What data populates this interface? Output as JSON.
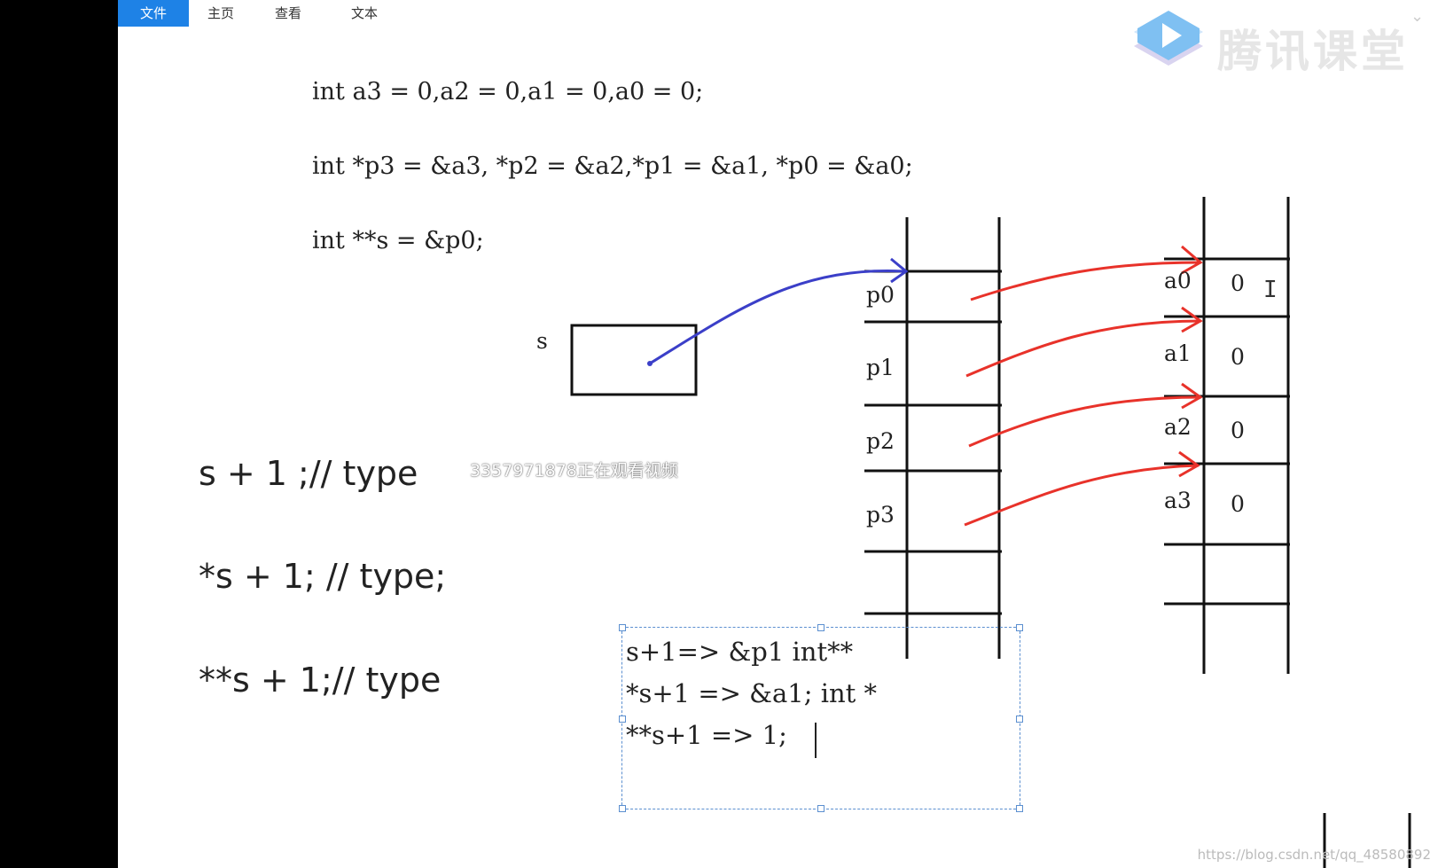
{
  "toolbar": {
    "tabs": [
      {
        "label": "文件",
        "active": true
      },
      {
        "label": "主页",
        "active": false
      },
      {
        "label": "查看",
        "active": false
      },
      {
        "label": "文本",
        "active": false
      }
    ]
  },
  "logo": {
    "text": "腾讯课堂",
    "icon": "play-icon"
  },
  "code": {
    "line1": "int a3 = 0,a2 = 0,a1 = 0,a0 = 0;",
    "line2": "int *p3 = &a3, *p2 = &a2,*p1 = &a1, *p0 = &a0;",
    "line3": "int **s = &p0;"
  },
  "expressions": {
    "e1": "s + 1 ;// type",
    "e2": "*s + 1; // type;",
    "e3": "**s + 1;// type"
  },
  "diagram": {
    "s_label": "s",
    "pointer_labels": [
      "p0",
      "p1",
      "p2",
      "p3"
    ],
    "value_labels": [
      "a0",
      "a1",
      "a2",
      "a3"
    ],
    "values": [
      "0",
      "0",
      "0",
      "0"
    ],
    "colors": {
      "blue_arrow": "#3b3fc8",
      "red_arrow": "#e8322a"
    }
  },
  "watermark": "3357971878正在观看视频",
  "textbox": {
    "lines": [
      "s+1=> &p1 int**",
      "*s+1 => &a1; int *",
      "**s+1 => 1;"
    ]
  },
  "footer": "https://blog.csdn.net/qq_48580892",
  "accent": "#1e82e6"
}
